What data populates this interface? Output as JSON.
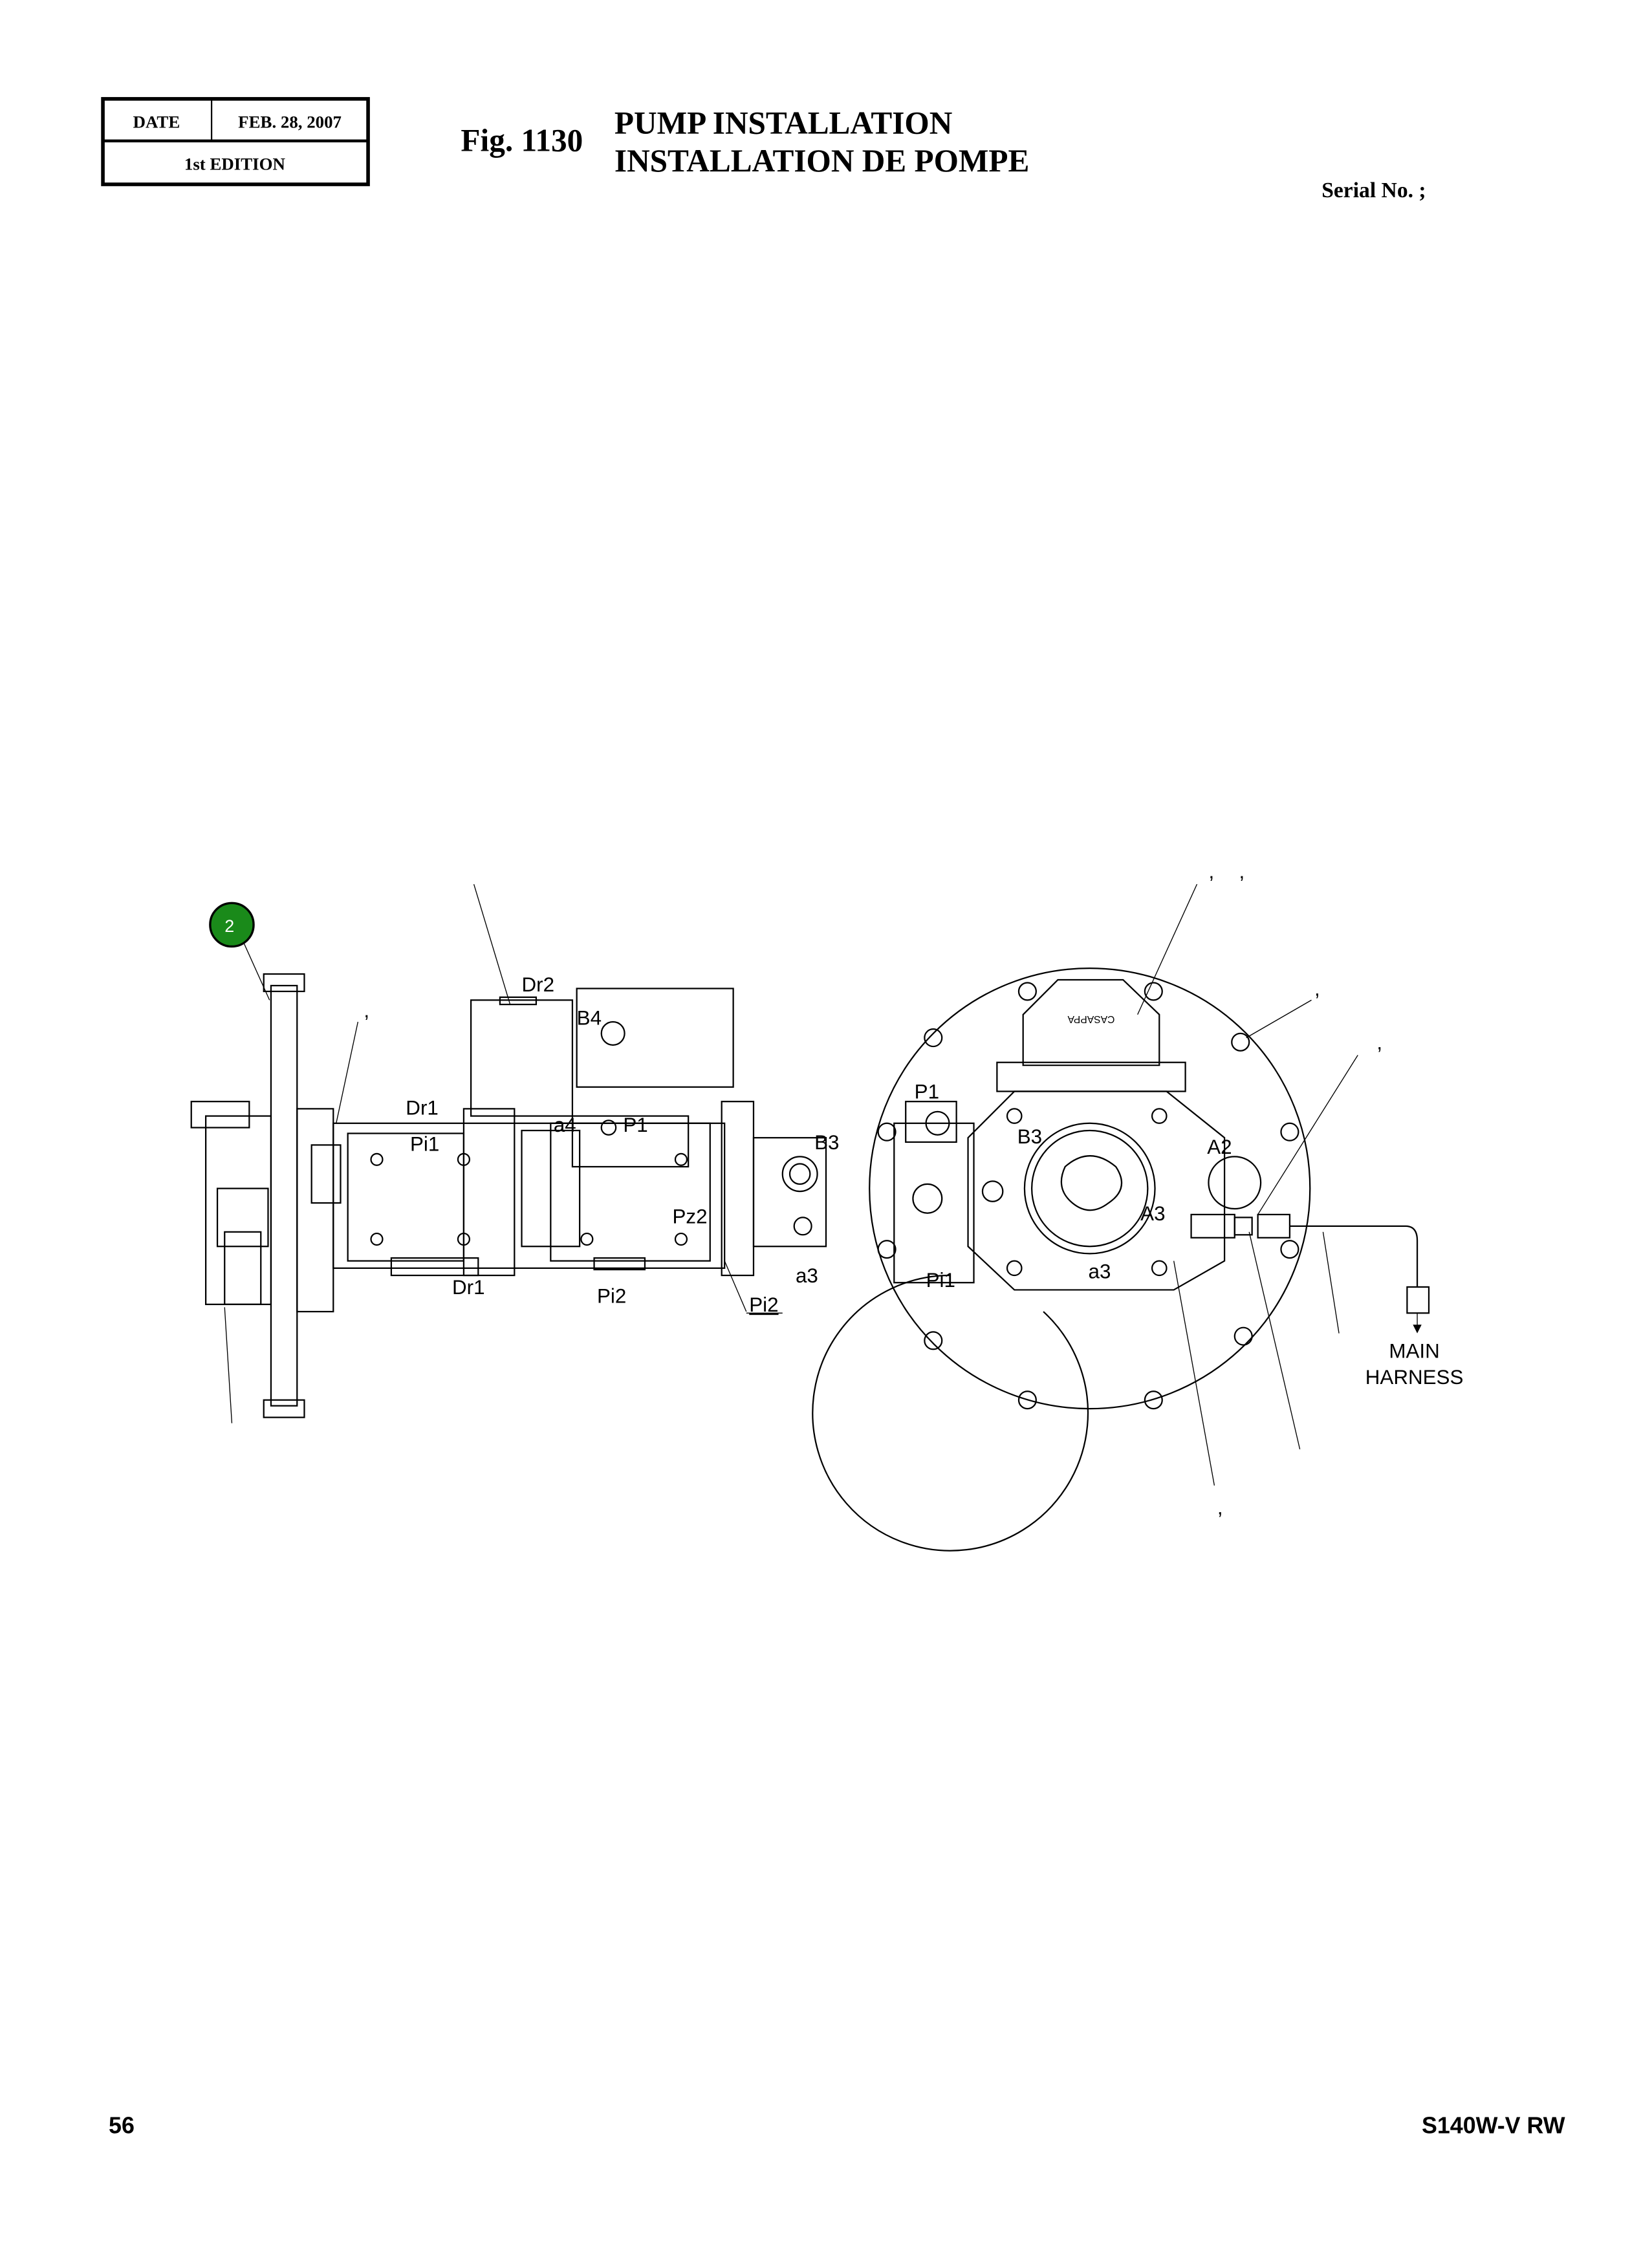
{
  "header": {
    "date_label": "DATE",
    "date_value": "FEB. 28, 2007",
    "edition": "1st EDITION",
    "fig_number": "Fig. 1130",
    "title_en": "PUMP  INSTALLATION",
    "title_fr": "INSTALLATION  DE  POMPE",
    "serial": "Serial No. ;"
  },
  "diagram": {
    "callout": {
      "number": "2",
      "color": "#1a8a1a"
    },
    "side_view_labels": [
      "Dr2",
      "B4",
      "Dr1",
      "Pi1",
      "a4",
      "P1",
      "B3",
      "Pz2",
      "a3",
      "Dr1",
      "Pi2",
      "Pi2"
    ],
    "front_view_labels": [
      "P1",
      "B3",
      "A2",
      "A3",
      "a3",
      "Pi1"
    ],
    "harness_label": [
      "MAIN",
      "HARNESS"
    ],
    "brand_mark": "CASAPPA",
    "commas": [
      ",",
      ",",
      ",",
      ",",
      ",",
      ","
    ]
  },
  "footer": {
    "page_number": "56",
    "model": "S140W-V RW"
  }
}
